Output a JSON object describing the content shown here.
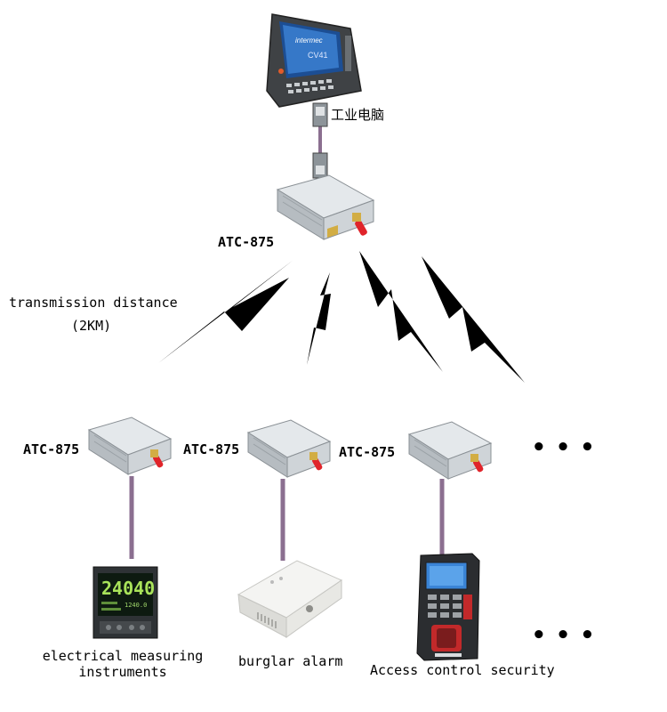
{
  "computer": {
    "label": "工业电脑",
    "brand": "intermec",
    "screen_text": "CV41"
  },
  "central_radio": {
    "label": "ATC-875"
  },
  "transmission": {
    "line1": "transmission distance",
    "line2": "(2KM)"
  },
  "nodes": [
    {
      "radio_label": "ATC-875",
      "device_label_line1": "electrical measuring",
      "device_label_line2": "instruments",
      "device_icon": "digital-meter-icon"
    },
    {
      "radio_label": "ATC-875",
      "device_label_line1": "burglar alarm",
      "device_label_line2": "",
      "device_icon": "alarm-sensor-icon"
    },
    {
      "radio_label": "ATC-875",
      "device_label_line1": "Access control security",
      "device_label_line2": "",
      "device_icon": "fingerprint-terminal-icon"
    }
  ],
  "meter_display": {
    "main": "24040",
    "sub": "1240.0"
  },
  "ellipsis": "• • •",
  "colors": {
    "cable": "#8b6f90",
    "radio_body": "#c9cfd3",
    "antenna": "#e0242a",
    "connector": "#d2ad44",
    "bolt": "#000000"
  }
}
